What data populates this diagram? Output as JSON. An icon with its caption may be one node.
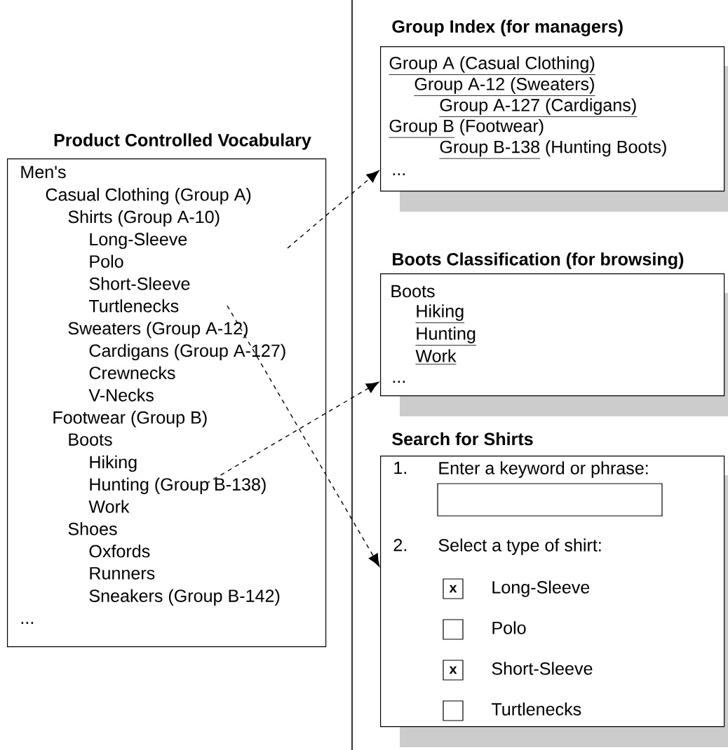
{
  "diagram": {
    "nodes": [
      {
        "text": [
          "Product Controlled Vocabulary",
          "Men's",
          "Casual Clothing (Group A)",
          "Shirts (Group A-10)",
          "Long-Sleeve",
          "Polo",
          "Short-Sleeve",
          "Turtlenecks",
          "Sweaters (Group A-12)",
          "Cardigans (Group A-127)",
          "Crewnecks",
          "V-Necks",
          "Footwear (Group B)",
          "Boots",
          "Hiking",
          "Hunting (Group B-138)",
          "Work",
          "Shoes",
          "Oxfords",
          "Runners",
          "Sneakers (Group B-142)",
          "..."
        ]
      },
      {
        "text": [
          "Group Index (for managers)",
          "Group A (Casual Clothing)",
          "Group A-12 (Sweaters)",
          "Group A-127 (Cardigans)",
          "Group B",
          "(Footwear)",
          "Group B-138",
          "(Hunting Boots)",
          "..."
        ]
      },
      {
        "text": [
          "Boots Classification (for browsing)",
          "Boots",
          "Hiking",
          "Hunting",
          "Work",
          "..."
        ]
      },
      {
        "text": [
          "Search for Shirts",
          "1.",
          "Enter a keyword or phrase:",
          "2.",
          "Select a type of shirt:",
          "x",
          "Long-Sleeve",
          "Polo",
          "x",
          "Short-Sleeve",
          "Turtlenecks"
        ]
      }
    ],
    "edges": [
      {
        "from": 0,
        "to": 1,
        "arrow": "to",
        "style": "dashed"
      },
      {
        "from": 0,
        "to": 3,
        "arrow": "to",
        "style": "dashed"
      },
      {
        "from": 0,
        "to": 2,
        "arrow": "to",
        "style": "dashed"
      }
    ]
  }
}
